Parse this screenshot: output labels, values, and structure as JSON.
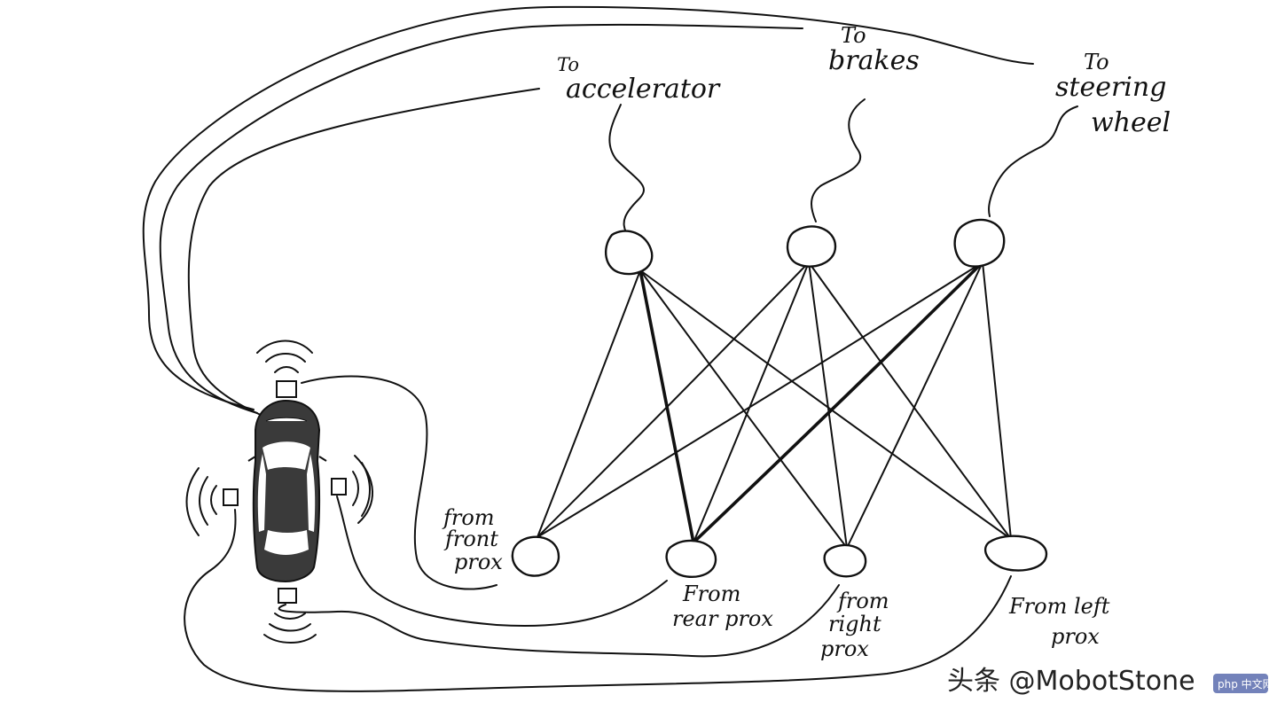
{
  "outputs": [
    {
      "id": "accelerator",
      "lines": [
        "To",
        "accelerator"
      ]
    },
    {
      "id": "brakes",
      "lines": [
        "To",
        "brakes"
      ]
    },
    {
      "id": "steering",
      "lines": [
        "To",
        "steering",
        "wheel"
      ]
    }
  ],
  "inputs": [
    {
      "id": "front",
      "lines": [
        "from",
        "front",
        "prox"
      ]
    },
    {
      "id": "rear",
      "lines": [
        "From",
        "rear prox"
      ]
    },
    {
      "id": "right",
      "lines": [
        "from",
        "right",
        "prox"
      ]
    },
    {
      "id": "left",
      "lines": [
        "From left",
        "prox"
      ]
    }
  ],
  "connections": [
    {
      "from": "front",
      "to": "accelerator",
      "weight": "normal"
    },
    {
      "from": "front",
      "to": "brakes",
      "weight": "normal"
    },
    {
      "from": "front",
      "to": "steering",
      "weight": "normal"
    },
    {
      "from": "rear",
      "to": "accelerator",
      "weight": "heavy"
    },
    {
      "from": "rear",
      "to": "brakes",
      "weight": "normal"
    },
    {
      "from": "rear",
      "to": "steering",
      "weight": "heavy"
    },
    {
      "from": "right",
      "to": "accelerator",
      "weight": "normal"
    },
    {
      "from": "right",
      "to": "brakes",
      "weight": "normal"
    },
    {
      "from": "right",
      "to": "steering",
      "weight": "normal"
    },
    {
      "from": "left",
      "to": "accelerator",
      "weight": "normal"
    },
    {
      "from": "left",
      "to": "brakes",
      "weight": "normal"
    },
    {
      "from": "left",
      "to": "steering",
      "weight": "normal"
    }
  ],
  "car": {
    "icon": "car-icon",
    "body_color": "#3a3a3a",
    "sensor_icon": "proximity-sensor-icon"
  },
  "watermark": {
    "main": "头条 @MobotStone",
    "badge": "php 中文网"
  }
}
